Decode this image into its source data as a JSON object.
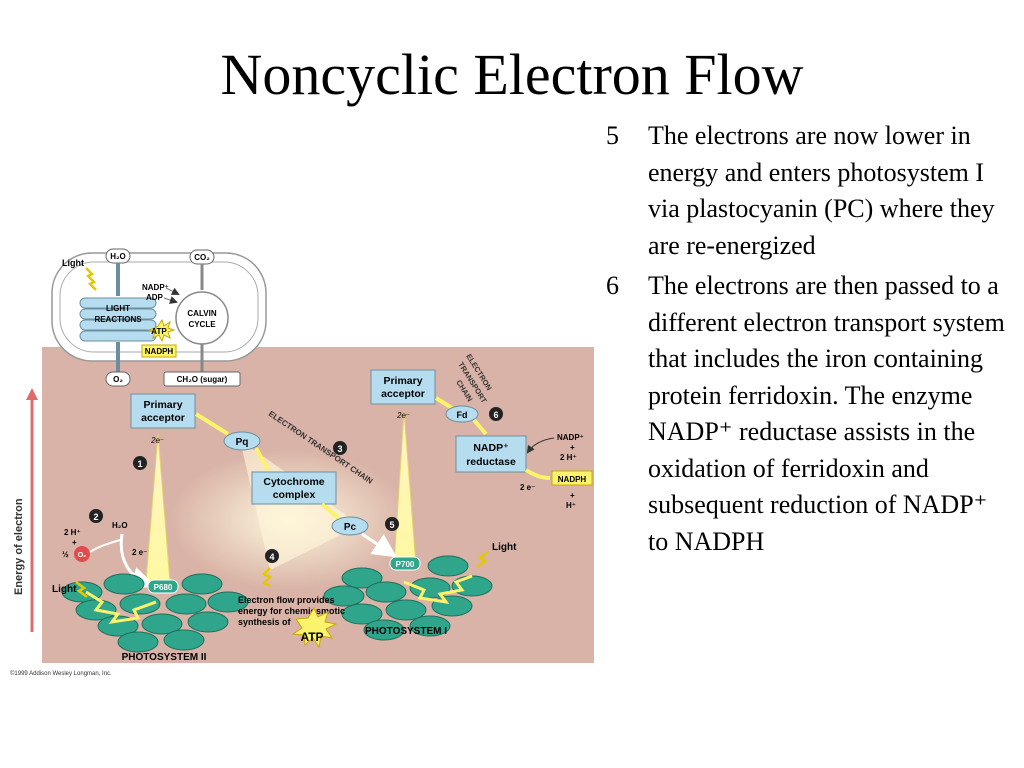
{
  "title": "Noncyclic Electron Flow",
  "bullets": [
    {
      "num": "5",
      "text": "The electrons are now lower in energy and enters photosystem I via plastocyanin (PC) where they are re-energized"
    },
    {
      "num": "6",
      "text": "The electrons are then passed to a different electron transport system that includes the iron containing protein ferridoxin. The enzyme NADP⁺ reductase assists in the oxidation of ferridoxin and subsequent reduction of NADP⁺ to NADPH"
    }
  ],
  "figure": {
    "colors": {
      "background": "#d9b3a7",
      "teal": "#2fa58c",
      "box": "#b6dcef",
      "yellow": "#fbf36b",
      "arrow_red": "#e06b6b"
    },
    "chloroplast": {
      "light": "Light",
      "h2o": "H₂O",
      "co2": "CO₂",
      "nadp_plus": "NADP⁺",
      "adp": "ADP",
      "light_reactions_1": "LIGHT",
      "light_reactions_2": "REACTIONS",
      "atp": "ATP",
      "nadph": "NADPH",
      "calvin_1": "CALVIN",
      "calvin_2": "CYCLE",
      "o2": "O₂",
      "sugar": "CH₂O (sugar)"
    },
    "y_axis_label": "Energy of electron",
    "primary_acceptor_left_1": "Primary",
    "primary_acceptor_left_2": "acceptor",
    "primary_acceptor_right_1": "Primary",
    "primary_acceptor_right_2": "acceptor",
    "pq": "Pq",
    "cytochrome_1": "Cytochrome",
    "cytochrome_2": "complex",
    "pc": "Pc",
    "fd": "Fd",
    "nadp_reductase_1": "NADP⁺",
    "nadp_reductase_2": "reductase",
    "etc_left": "ELECTRON TRANSPORT CHAIN",
    "etc_right_1": "ELECTRON",
    "etc_right_2": "TRANSPORT",
    "etc_right_3": "CHAIN",
    "two_e": "2e⁻",
    "two_e_alt": "2 e⁻",
    "two_h_plus": "2 H⁺",
    "plus": "+",
    "half": "½",
    "o2": "O₂",
    "h2o": "H₂O",
    "light": "Light",
    "p680": "P680",
    "p700": "P700",
    "photosystem_ii": "PHOTOSYSTEM II",
    "photosystem_i": "PHOTOSYSTEM I",
    "nadp_plus": "NADP⁺",
    "nadph": "NADPH",
    "h_plus": "H⁺",
    "electron_flow_1": "Electron flow provides",
    "electron_flow_2": "energy for chemiosmotic",
    "electron_flow_3": "synthesis of",
    "atp": "ATP",
    "steps": [
      "1",
      "2",
      "3",
      "4",
      "5",
      "6"
    ],
    "copyright": "©1999 Addison Wesley Longman, Inc."
  }
}
